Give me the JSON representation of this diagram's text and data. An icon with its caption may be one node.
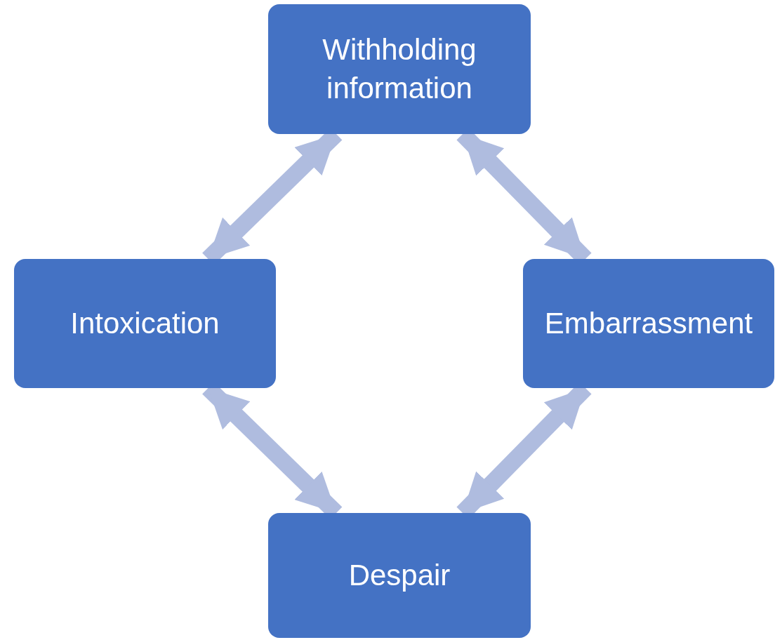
{
  "diagram": {
    "nodes": [
      {
        "text": [
          "Withholding information"
        ]
      },
      {
        "text": [
          "Intoxication"
        ]
      },
      {
        "text": [
          "Embarrassment"
        ]
      },
      {
        "text": [
          "Despair"
        ]
      }
    ],
    "edges": [
      {
        "from": 0,
        "to": 1,
        "arrow": "both"
      },
      {
        "from": 0,
        "to": 2,
        "arrow": "both"
      },
      {
        "from": 1,
        "to": 3,
        "arrow": "both"
      },
      {
        "from": 2,
        "to": 3,
        "arrow": "both"
      }
    ]
  }
}
